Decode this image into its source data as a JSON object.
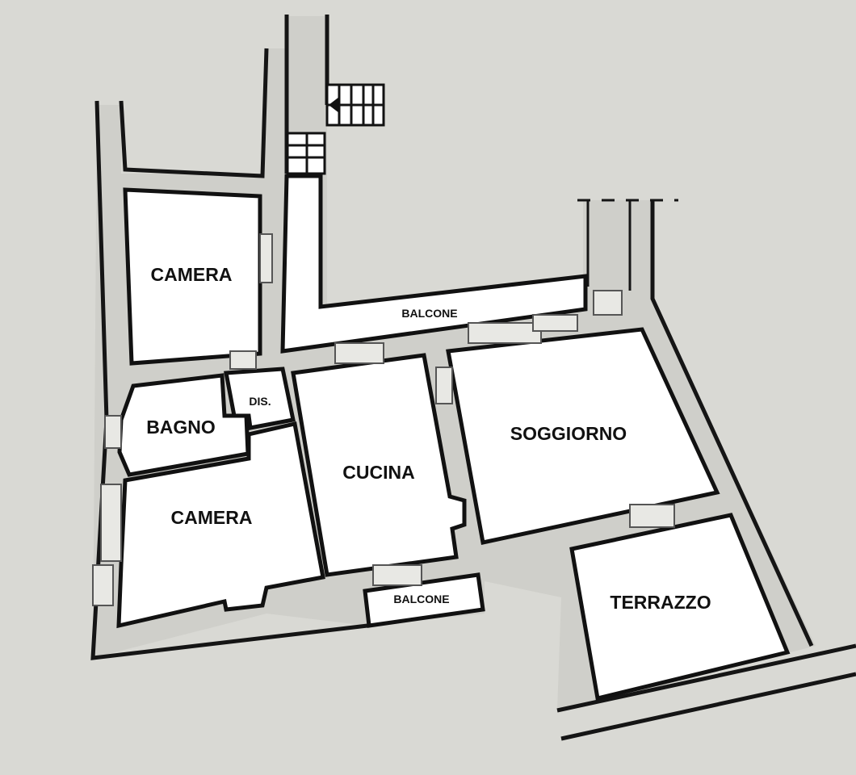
{
  "rooms": {
    "camera_top": "CAMERA",
    "bagno": "BAGNO",
    "dis": "DIS.",
    "camera_bottom": "CAMERA",
    "cucina": "CUCINA",
    "soggiorno": "SOGGIORNO",
    "terrazzo": "TERRAZZO",
    "balcone_top": "BALCONE",
    "balcone_bottom": "BALCONE"
  },
  "colors": {
    "paper": "#d9d9d4",
    "room_fill": "#ffffff",
    "ink": "#111111"
  }
}
